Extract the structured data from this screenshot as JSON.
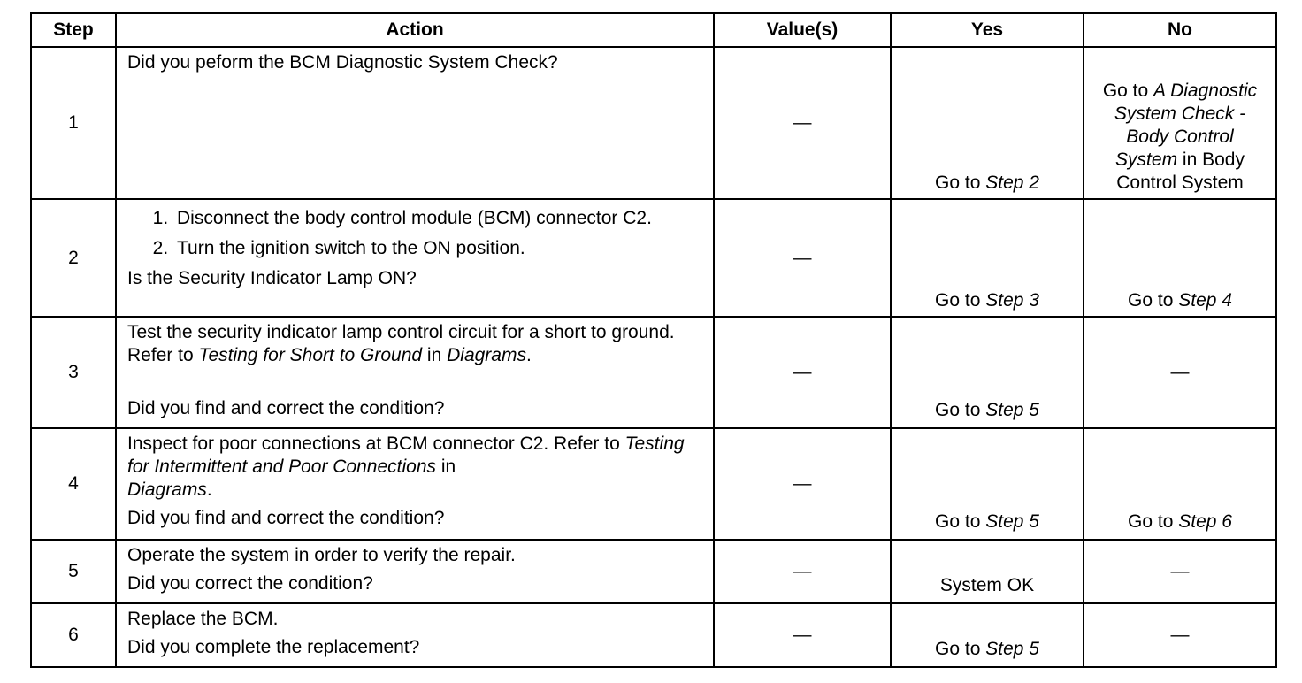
{
  "headers": {
    "step": "Step",
    "action": "Action",
    "values": "Value(s)",
    "yes": "Yes",
    "no": "No"
  },
  "rows": [
    {
      "step": "1",
      "action_question": "Did you peform the BCM Diagnostic System Check?",
      "value": "—",
      "yes_prefix": "Go to ",
      "yes_ref": "Step 2",
      "no_prefix": "Go to ",
      "no_ref": "A Diagnostic System Check - Body Control System",
      "no_suffix": " in Body Control System"
    },
    {
      "step": "2",
      "action_items": [
        "Disconnect the body control module (BCM) connector C2.",
        "Turn the ignition switch to the ON position."
      ],
      "action_question": "Is the Security Indicator Lamp ON?",
      "value": "—",
      "yes_prefix": "Go to ",
      "yes_ref": "Step 3",
      "no_prefix": "Go to ",
      "no_ref": "Step 4"
    },
    {
      "step": "3",
      "action_text_1": "Test the security indicator lamp control circuit for a short to ground. Refer to ",
      "action_ref_1": "Testing for Short to Ground",
      "action_text_2": " in ",
      "action_ref_2": "Diagrams",
      "action_text_3": ".",
      "action_question": "Did you find and correct the condition?",
      "value": "—",
      "yes_prefix": "Go to ",
      "yes_ref": "Step 5",
      "no": "—"
    },
    {
      "step": "4",
      "action_text_1": "Inspect for poor connections at BCM connector C2. Refer to ",
      "action_ref_1": "Testing for Intermittent and Poor Connections",
      "action_text_2": " in ",
      "action_ref_2": "Diagrams",
      "action_text_3": ".",
      "action_question": "Did you find and correct the condition?",
      "value": "—",
      "yes_prefix": "Go to ",
      "yes_ref": "Step 5",
      "no_prefix": "Go to ",
      "no_ref": "Step 6"
    },
    {
      "step": "5",
      "action_text_1": "Operate the system in order to verify the repair.",
      "action_question": "Did you correct the condition?",
      "value": "—",
      "yes": "System OK",
      "no": "—"
    },
    {
      "step": "6",
      "action_text_1": "Replace the BCM.",
      "action_question": "Did you complete the replacement?",
      "value": "—",
      "yes_prefix": "Go to ",
      "yes_ref": "Step 5",
      "no": "—"
    }
  ]
}
